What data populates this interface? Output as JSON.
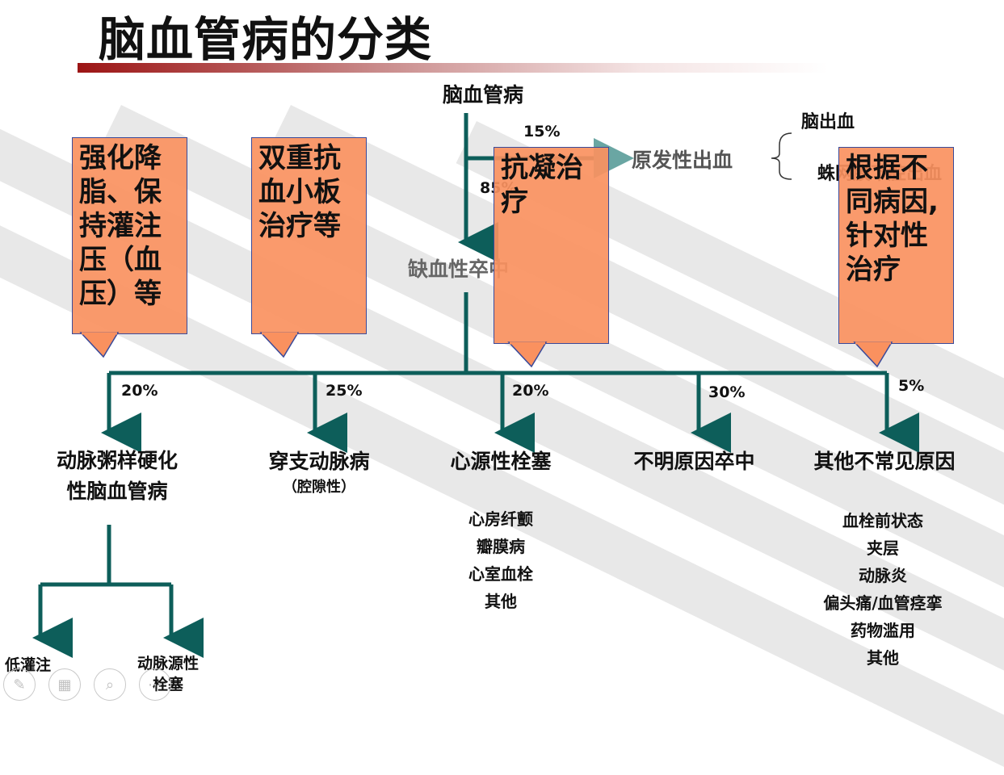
{
  "title": "脑血管病的分类",
  "root": "脑血管病",
  "branch_top": {
    "pct": "15%",
    "label": "原发性出血",
    "children": [
      "脑出血",
      "蛛网膜下腔出血"
    ]
  },
  "branch_main": {
    "pct": "85%",
    "label": "缺血性卒中"
  },
  "categories": [
    {
      "pct": "20%",
      "name": "动脉粥样硬化\n性脑血管病"
    },
    {
      "pct": "25%",
      "name": "穿支动脉病",
      "note": "（腔隙性）"
    },
    {
      "pct": "20%",
      "name": "心源性栓塞",
      "items": [
        "心房纤颤",
        "瓣膜病",
        "心室血栓",
        "其他"
      ]
    },
    {
      "pct": "30%",
      "name": "不明原因卒中"
    },
    {
      "pct": "5%",
      "name": "其他不常见原因",
      "items": [
        "血栓前状态",
        "夹层",
        "动脉炎",
        "偏头痛/血管痉挛",
        "药物滥用",
        "其他"
      ]
    }
  ],
  "athero_children": [
    "低灌注",
    "动脉源性\n栓塞"
  ],
  "callouts": [
    {
      "text": "强化降\n脂、保\n持灌注\n压（血\n压）等"
    },
    {
      "text": "双重抗\n血小板\n治疗等"
    },
    {
      "text": "抗凝治\n疗"
    },
    {
      "text": "根据不\n同病因,\n针对性\n治疗"
    }
  ],
  "colors": {
    "arrow": "#0d5e5a",
    "callout_fill": "#fa915f",
    "callout_border": "#3a4a9a",
    "title_bar": "#9c1414"
  },
  "toolbar_icons": [
    "pen-icon",
    "slides-icon",
    "zoom-icon",
    "more-icon"
  ]
}
